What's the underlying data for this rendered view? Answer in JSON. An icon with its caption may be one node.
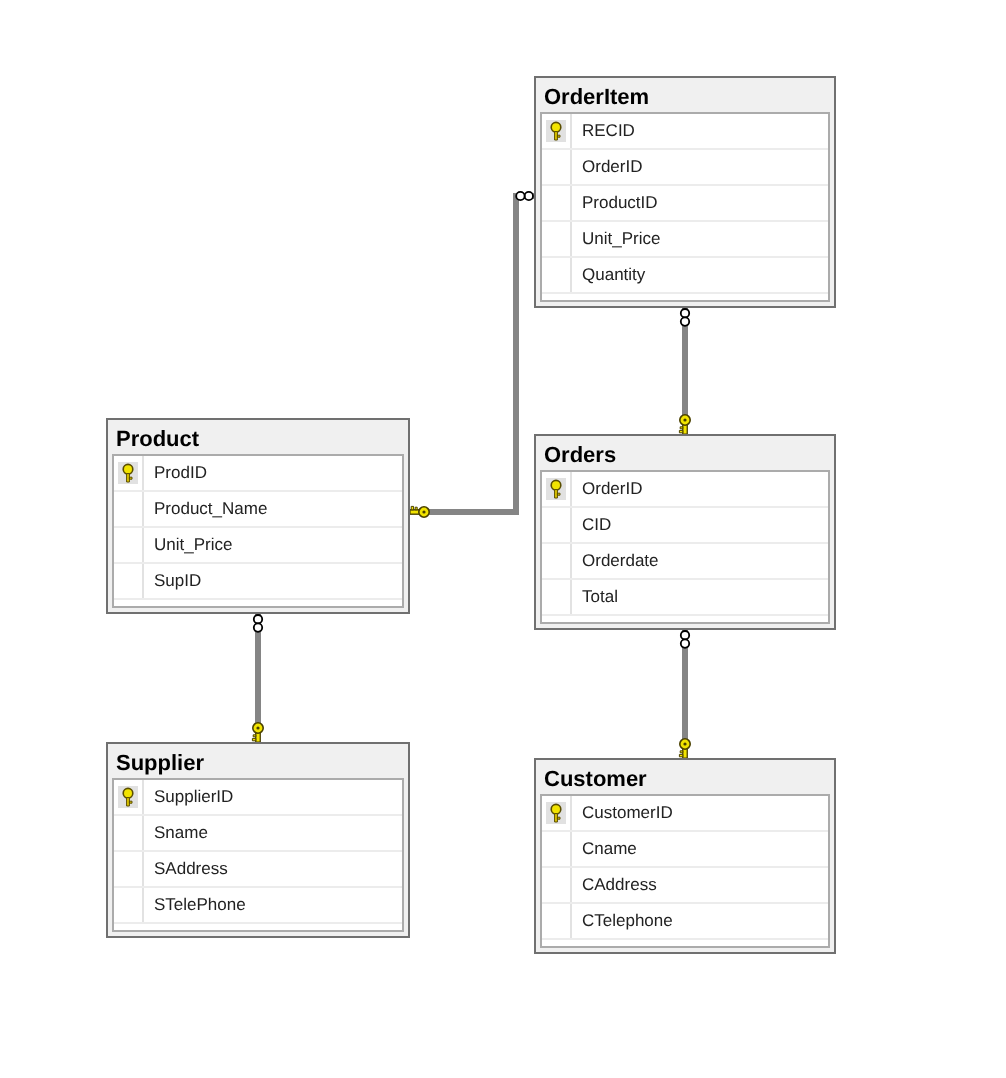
{
  "diagram": {
    "nodes": [
      {
        "text": [
          "OrderItem",
          "RECID",
          "OrderID",
          "ProductID",
          "Unit_Price",
          "Quantity"
        ]
      },
      {
        "text": [
          "Product",
          "ProdID",
          "Product_Name",
          "Unit_Price",
          "SupID"
        ]
      },
      {
        "text": [
          "Orders",
          "OrderID",
          "CID",
          "Orderdate",
          "Total"
        ]
      },
      {
        "text": [
          "Supplier",
          "SupplierID",
          "Sname",
          "SAddress",
          "STelePhone"
        ]
      },
      {
        "text": [
          "Customer",
          "CustomerID",
          "Cname",
          "CAddress",
          "CTelephone"
        ]
      }
    ],
    "edges": [
      {
        "from": 0,
        "to": 1,
        "arrow": "other"
      },
      {
        "from": 0,
        "to": 2,
        "arrow": "other"
      },
      {
        "from": 1,
        "to": 3,
        "arrow": "other"
      },
      {
        "from": 2,
        "to": 4,
        "arrow": "other"
      }
    ]
  }
}
